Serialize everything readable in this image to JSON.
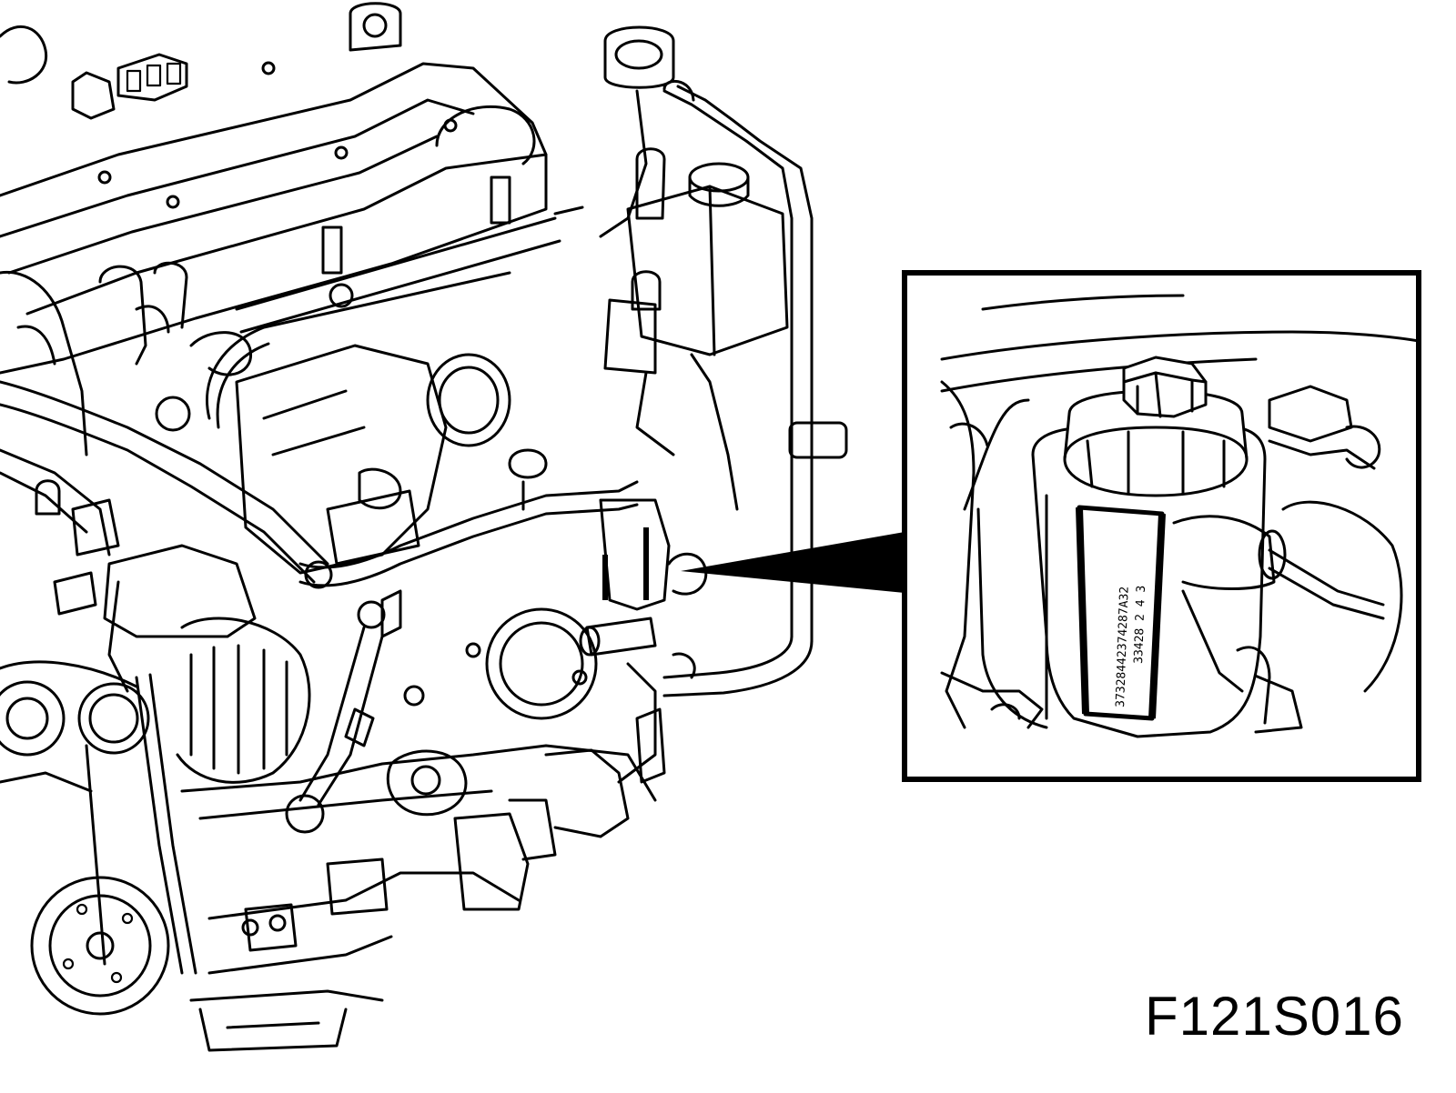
{
  "figure": {
    "code": "F121S016"
  },
  "label": {
    "line1": "37328442374287A32",
    "line2": "33428 2 4 3"
  }
}
